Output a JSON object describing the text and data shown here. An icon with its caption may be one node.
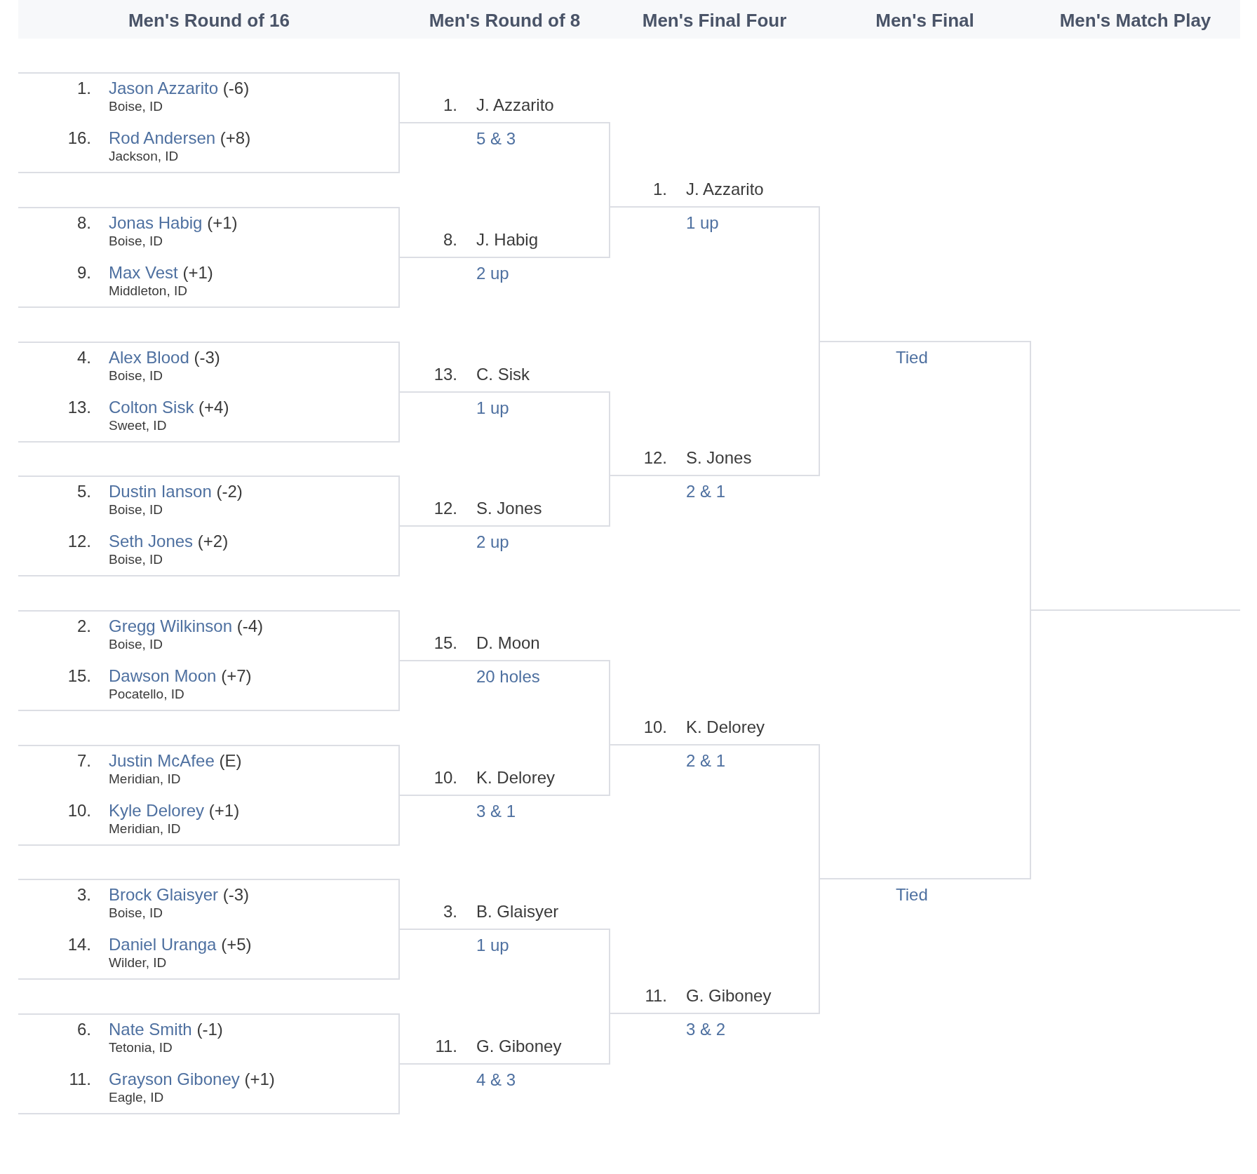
{
  "diagram": {
    "nodes": [
      {
        "text": [
          "1.",
          "Jason Azzarito",
          "(-6)",
          "Boise, ID",
          "16.",
          "Rod Andersen",
          "(+8)",
          "Jackson, ID"
        ]
      },
      {
        "text": [
          "8.",
          "Jonas Habig",
          "(+1)",
          "Boise, ID",
          "9.",
          "Max Vest",
          "(+1)",
          "Middleton, ID"
        ]
      },
      {
        "text": [
          "4.",
          "Alex Blood",
          "(-3)",
          "Boise, ID",
          "13.",
          "Colton Sisk",
          "(+4)",
          "Sweet, ID"
        ]
      },
      {
        "text": [
          "5.",
          "Dustin Ianson",
          "(-2)",
          "Boise, ID",
          "12.",
          "Seth Jones",
          "(+2)",
          "Boise, ID"
        ]
      },
      {
        "text": [
          "2.",
          "Gregg Wilkinson",
          "(-4)",
          "Boise, ID",
          "15.",
          "Dawson Moon",
          "(+7)",
          "Pocatello, ID"
        ]
      },
      {
        "text": [
          "7.",
          "Justin McAfee",
          "(E)",
          "Meridian, ID",
          "10.",
          "Kyle Delorey",
          "(+1)",
          "Meridian, ID"
        ]
      },
      {
        "text": [
          "3.",
          "Brock Glaisyer",
          "(-3)",
          "Boise, ID",
          "14.",
          "Daniel Uranga",
          "(+5)",
          "Wilder, ID"
        ]
      },
      {
        "text": [
          "6.",
          "Nate Smith",
          "(-1)",
          "Tetonia, ID",
          "11.",
          "Grayson Giboney",
          "(+1)",
          "Eagle, ID"
        ]
      },
      {
        "text": [
          "1.",
          "J. Azzarito",
          "5 & 3"
        ]
      },
      {
        "text": [
          "8.",
          "J. Habig",
          "2 up"
        ]
      },
      {
        "text": [
          "13.",
          "C. Sisk",
          "1 up"
        ]
      },
      {
        "text": [
          "12.",
          "S. Jones",
          "2 up"
        ]
      },
      {
        "text": [
          "15.",
          "D. Moon",
          "20 holes"
        ]
      },
      {
        "text": [
          "10.",
          "K. Delorey",
          "3 & 1"
        ]
      },
      {
        "text": [
          "3.",
          "B. Glaisyer",
          "1 up"
        ]
      },
      {
        "text": [
          "11.",
          "G. Giboney",
          "4 & 3"
        ]
      },
      {
        "text": [
          "1.",
          "J. Azzarito",
          "1 up"
        ]
      },
      {
        "text": [
          "12.",
          "S. Jones",
          "2 & 1"
        ]
      },
      {
        "text": [
          "10.",
          "K. Delorey",
          "2 & 1"
        ]
      },
      {
        "text": [
          "11.",
          "G. Giboney",
          "3 & 2"
        ]
      },
      {
        "text": [
          "Tied"
        ]
      },
      {
        "text": [
          "Tied"
        ]
      }
    ],
    "edges": [
      {
        "from": 0,
        "to": 8,
        "arrow": "none"
      },
      {
        "from": 1,
        "to": 9,
        "arrow": "none"
      },
      {
        "from": 2,
        "to": 10,
        "arrow": "none"
      },
      {
        "from": 3,
        "to": 11,
        "arrow": "none"
      },
      {
        "from": 4,
        "to": 12,
        "arrow": "none"
      },
      {
        "from": 5,
        "to": 13,
        "arrow": "none"
      },
      {
        "from": 6,
        "to": 14,
        "arrow": "none"
      },
      {
        "from": 7,
        "to": 15,
        "arrow": "none"
      },
      {
        "from": 8,
        "to": 16,
        "arrow": "none"
      },
      {
        "from": 9,
        "to": 16,
        "arrow": "none"
      },
      {
        "from": 10,
        "to": 17,
        "arrow": "none"
      },
      {
        "from": 11,
        "to": 17,
        "arrow": "none"
      },
      {
        "from": 12,
        "to": 18,
        "arrow": "none"
      },
      {
        "from": 13,
        "to": 18,
        "arrow": "none"
      },
      {
        "from": 14,
        "to": 19,
        "arrow": "none"
      },
      {
        "from": 15,
        "to": 19,
        "arrow": "none"
      },
      {
        "from": 16,
        "to": 20,
        "arrow": "none"
      },
      {
        "from": 17,
        "to": 20,
        "arrow": "none"
      },
      {
        "from": 18,
        "to": 21,
        "arrow": "none"
      },
      {
        "from": 19,
        "to": 21,
        "arrow": "none"
      },
      {
        "from": 20,
        "to": null,
        "arrow": "none"
      },
      {
        "from": 21,
        "to": null,
        "arrow": "none"
      }
    ],
    "labels": [
      "Men's Round of 16",
      "Men's Round of 8",
      "Men's Final Four",
      "Men's Final",
      "Men's Match Play"
    ]
  }
}
